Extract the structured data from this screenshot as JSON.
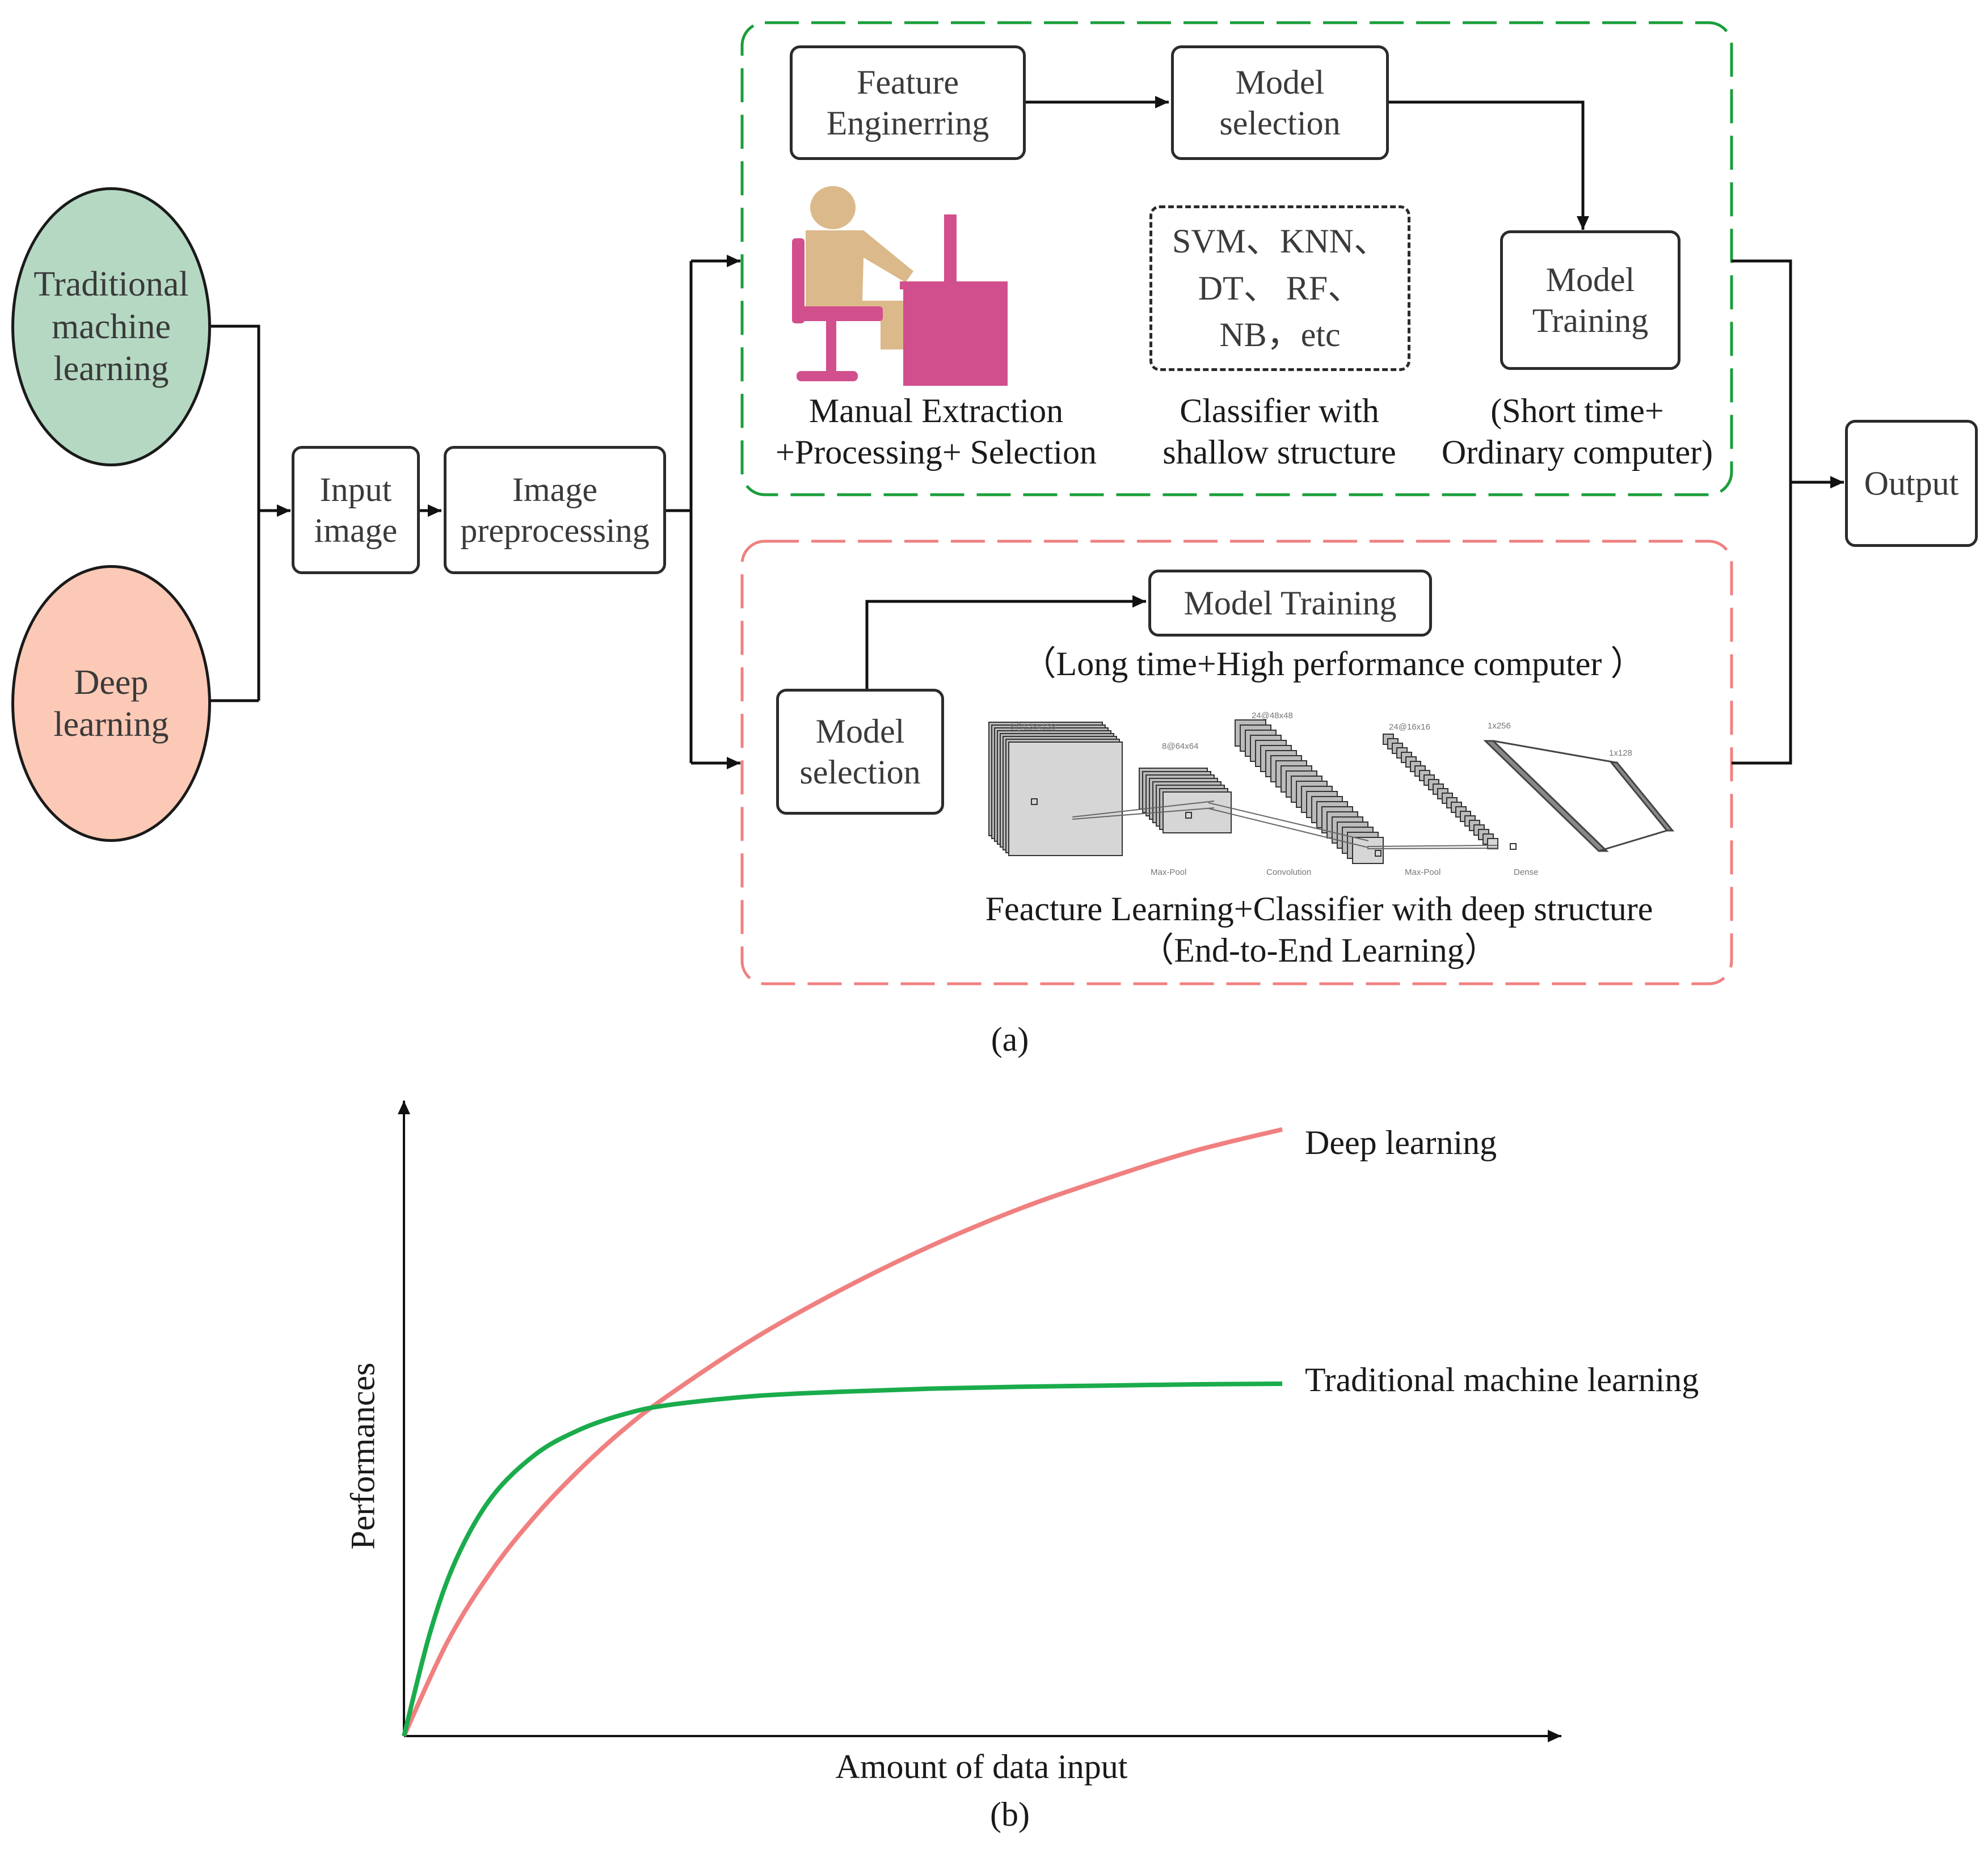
{
  "left_ovals": {
    "traditional": "Traditional\nmachine\nlearning",
    "deep": "Deep\nlearning"
  },
  "pipeline": {
    "input_image": "Input\nimage",
    "preprocessing": "Image\npreprocessing",
    "output": "Output"
  },
  "traditional_branch": {
    "feature_engineering": "Feature\nEnginerring",
    "model_selection": "Model\nselection",
    "classifiers": "SVM、KNN、\nDT、 RF、\nNB，etc",
    "model_training": "Model\nTraining",
    "caption_manual": "Manual Extraction\n+Processing+ Selection",
    "caption_classifier": "Classifier with\nshallow structure",
    "caption_time": "(Short time+\nOrdinary computer)",
    "colors": {
      "border": "#1a9e3a",
      "person": "#dbb98a",
      "furniture": "#d14f8c"
    }
  },
  "deep_branch": {
    "model_selection": "Model\nselection",
    "model_training": "Model Training",
    "caption_time": "（Long time+High performance computer ）",
    "caption_learning": "Feacture Learning+Classifier with deep structure\n（End-to-End Learning）",
    "cnn_labels": {
      "l1": "8@128x128",
      "l2": "8@64x64",
      "l3": "24@48x48",
      "l4": "24@16x16",
      "l5": "1x256",
      "l6": "1x128",
      "op1": "Max-Pool",
      "op2": "Convolution",
      "op3": "Max-Pool",
      "op4": "Dense"
    },
    "colors": {
      "border": "#f08080"
    }
  },
  "label_a": "(a)",
  "label_b": "(b)",
  "chart_data": {
    "type": "line",
    "xlabel": "Amount of data input",
    "ylabel": "Performances",
    "title": "",
    "grid": false,
    "legend": "direct labels at line ends",
    "series": [
      {
        "name": "Deep learning",
        "color": "#f08080",
        "x": [
          0,
          0.05,
          0.1,
          0.15,
          0.2,
          0.25,
          0.3,
          0.4,
          0.5,
          0.6,
          0.7,
          0.8,
          0.9,
          1.0
        ],
        "y": [
          0,
          0.155,
          0.27,
          0.36,
          0.435,
          0.5,
          0.555,
          0.65,
          0.73,
          0.8,
          0.86,
          0.91,
          0.955,
          0.99
        ]
      },
      {
        "name": "Traditional machine learning",
        "color": "#1aac4c",
        "x": [
          0,
          0.03,
          0.06,
          0.1,
          0.15,
          0.2,
          0.25,
          0.3,
          0.4,
          0.5,
          0.6,
          0.7,
          0.8,
          0.9,
          1.0
        ],
        "y": [
          0,
          0.17,
          0.29,
          0.39,
          0.46,
          0.5,
          0.525,
          0.54,
          0.555,
          0.562,
          0.567,
          0.57,
          0.572,
          0.574,
          0.575
        ]
      }
    ]
  }
}
